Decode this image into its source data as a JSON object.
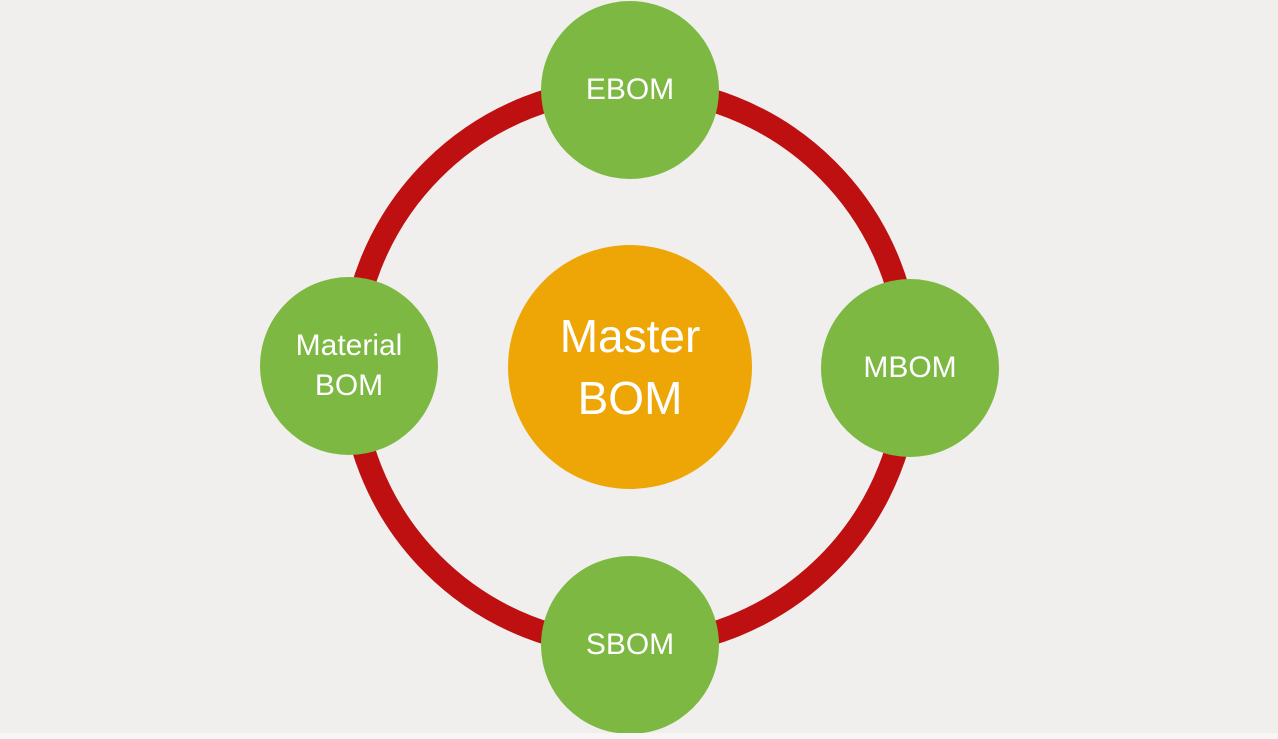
{
  "background_color": "#F0EFED",
  "diagram": {
    "type": "cycle",
    "ring": {
      "color": "#BE0F11",
      "stroke_width": 23
    },
    "center_node": {
      "lines": [
        "Master",
        "BOM"
      ],
      "fill_color": "#EEA606",
      "text_color": "#FFFFFF"
    },
    "satellite_nodes": [
      {
        "id": "ebom",
        "position": "top",
        "lines": [
          "EBOM"
        ]
      },
      {
        "id": "mbom",
        "position": "right",
        "lines": [
          "MBOM"
        ]
      },
      {
        "id": "sbom",
        "position": "bottom",
        "lines": [
          "SBOM"
        ]
      },
      {
        "id": "material-bom",
        "position": "left",
        "lines": [
          "Material",
          "BOM"
        ]
      }
    ],
    "satellite_fill_color": "#7CB842",
    "satellite_text_color": "#FFFFFF"
  }
}
